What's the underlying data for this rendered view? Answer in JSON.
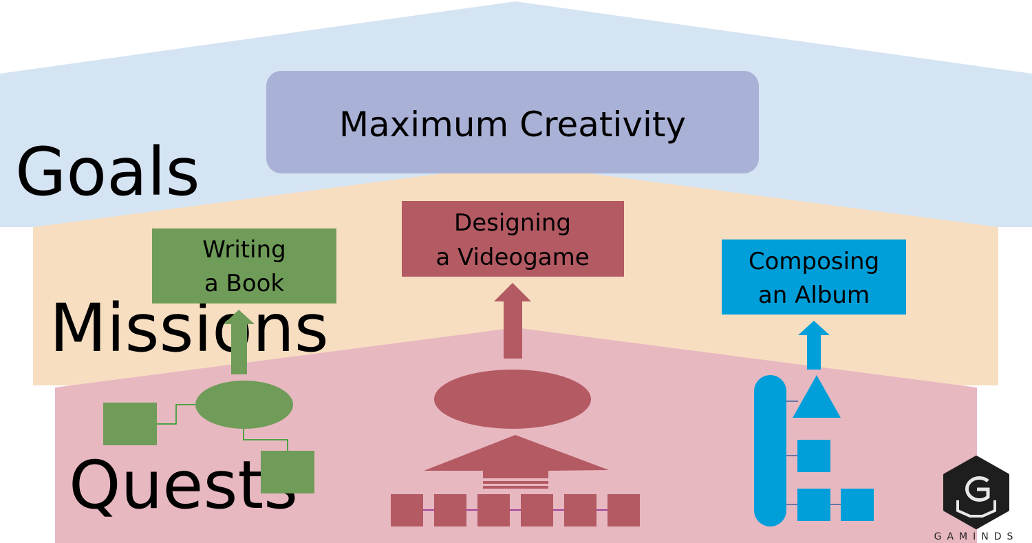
{
  "layers": {
    "goals": "Goals",
    "missions": "Missions",
    "quests": "Quests"
  },
  "goal_box": "Maximum Creativity",
  "missions": [
    {
      "line1": "Writing",
      "line2": "a Book",
      "color": "#6f9c59"
    },
    {
      "line1": "Designing",
      "line2": "a Videogame",
      "color": "#b45a63"
    },
    {
      "line1": "Composing",
      "line2": "an Album",
      "color": "#009fda"
    }
  ],
  "colors": {
    "goals_band": "#d5e4f3",
    "missions_band": "#f7dec1",
    "quests_band": "#e8b8c1",
    "goal_box": "#aab1d6"
  },
  "logo": {
    "text": "GAMINDS"
  }
}
